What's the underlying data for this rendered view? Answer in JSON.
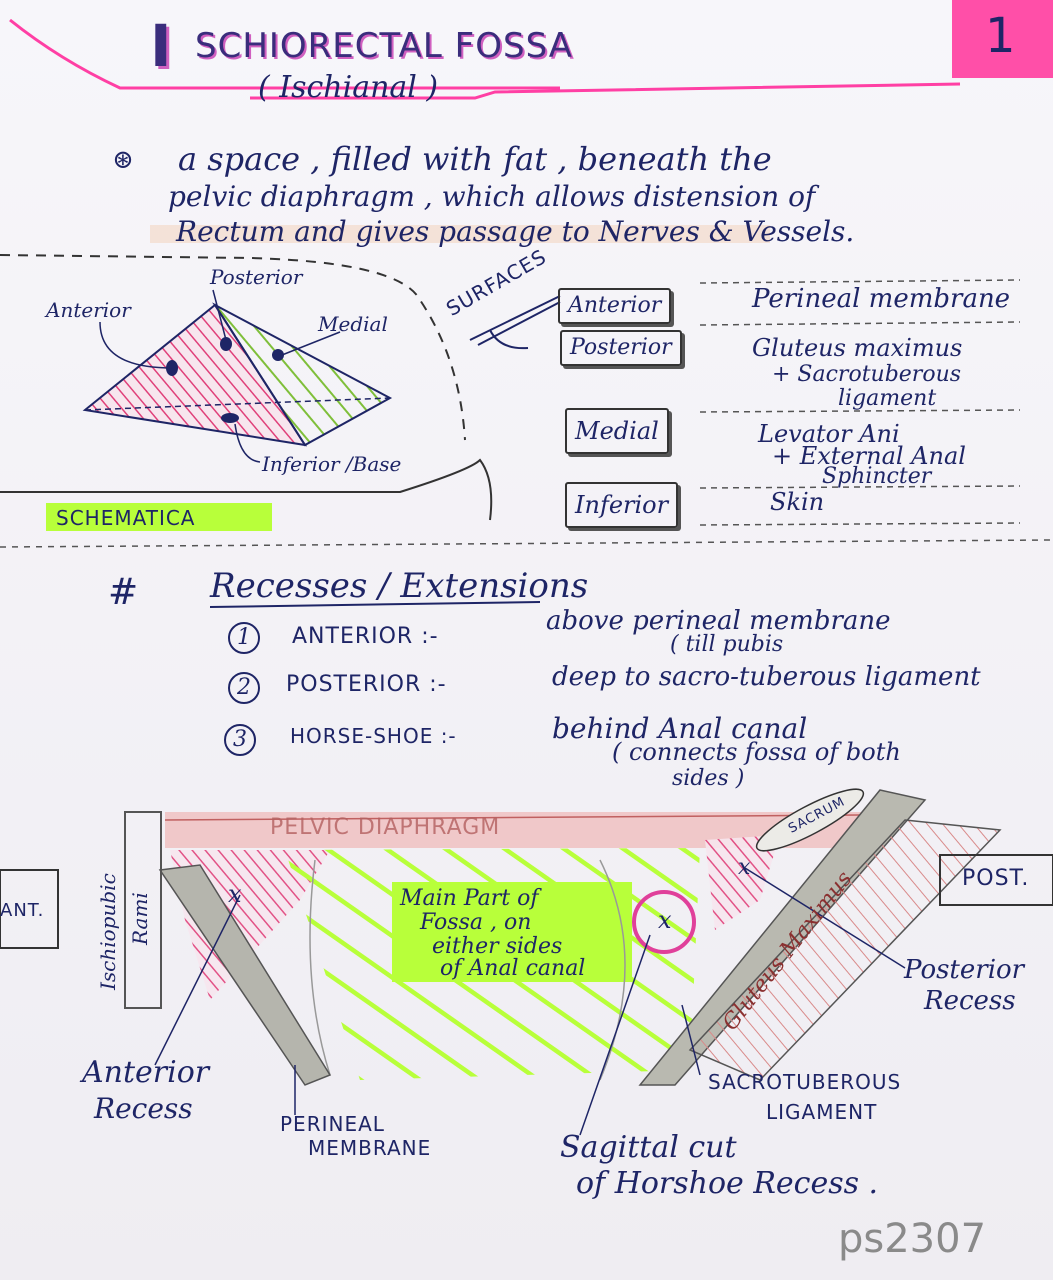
{
  "page_number": "1",
  "title": {
    "initial": "I",
    "rest": "SCHIORECTAL FOSSA",
    "subtitle": "( Ischianal )"
  },
  "intro": {
    "bullet": "⊛",
    "line1": "a space , filled with fat , beneath the",
    "line2": "pelvic diaphragm , which allows distension of",
    "line3": "Rectum and gives passage to Nerves & Vessels."
  },
  "schematic": {
    "labels": {
      "posterior": "Posterior",
      "anterior": "Anterior",
      "medial": "Medial",
      "inferior": "Inferior /Base"
    },
    "tag": "SCHEMATICA"
  },
  "surfaces": {
    "heading": "SURFACES",
    "rows": [
      {
        "name": "Anterior",
        "value1": "Perineal membrane",
        "value2": "",
        "value3": ""
      },
      {
        "name": "Posterior",
        "value1": "Gluteus maximus",
        "value2": "+ Sacrotuberous",
        "value3": "ligament"
      },
      {
        "name": "Medial",
        "value1": "Levator Ani",
        "value2": "+ External Anal",
        "value3": "Sphincter"
      },
      {
        "name": "Inferior",
        "value1": "Skin",
        "value2": "",
        "value3": ""
      }
    ]
  },
  "recesses": {
    "hash": "#",
    "heading": "Recesses / Extensions",
    "items": [
      {
        "num": "1",
        "name": "ANTERIOR :-",
        "desc1": "above perineal membrane",
        "desc2": "( till pubis"
      },
      {
        "num": "2",
        "name": "POSTERIOR :-",
        "desc1": "deep to sacro-tuberous ligament",
        "desc2": ""
      },
      {
        "num": "3",
        "name": "HORSE-SHOE :-",
        "desc1": "behind Anal canal",
        "desc2": "( connects fossa of both",
        "desc3": "sides )"
      }
    ]
  },
  "diagram": {
    "pelvic_diaphragm": "PELVIC DIAPHRAGM",
    "sacrum": "SACRUM",
    "ischiopubic1": "Ischiopubic",
    "ischiopubic2": "Rami",
    "ant": "ANT.",
    "post": "POST.",
    "gluteus": "Gluteus Maximus",
    "main1": "Main Part of",
    "main2": "Fossa , on",
    "main3": "either sides",
    "main4": "of Anal canal",
    "ant_recess1": "Anterior",
    "ant_recess2": "Recess",
    "perineal1": "PERINEAL",
    "perineal2": "MEMBRANE",
    "sagittal1": "Sagittal cut",
    "sagittal2": "of Horshoe Recess .",
    "sacrotub1": "SACROTUBEROUS",
    "sacrotub2": "LIGAMENT",
    "post_recess1": "Posterior",
    "post_recess2": "Recess",
    "x_mark": "x"
  },
  "watermark": "ps2307",
  "colors": {
    "ink": "#1e2566",
    "pink": "#ff3fa4",
    "green": "#b8ff3a",
    "red": "#d98080"
  }
}
